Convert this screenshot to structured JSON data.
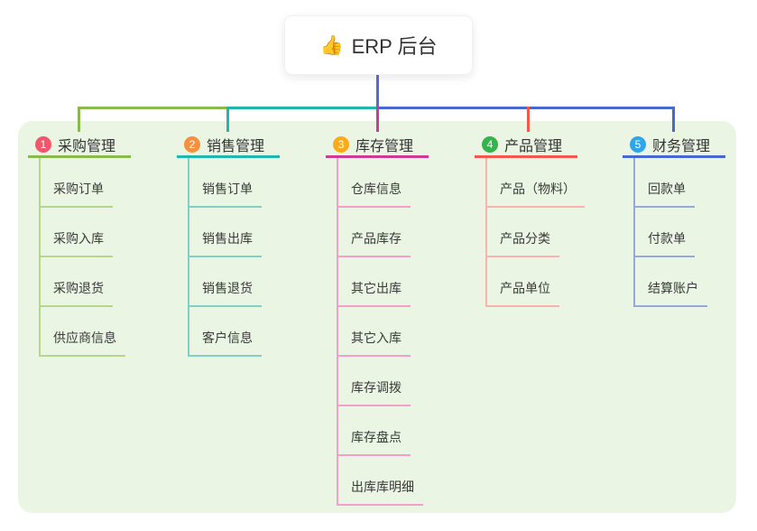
{
  "root": {
    "icon": "👍",
    "label": "ERP 后台"
  },
  "branches": [
    {
      "badge": "1",
      "label": "采购管理",
      "badge_color": "#f5556a",
      "line_color": "#8aba4e",
      "child_line_color": "#b5d78d",
      "children": [
        "采购订单",
        "采购入库",
        "采购退货",
        "供应商信息"
      ]
    },
    {
      "badge": "2",
      "label": "销售管理",
      "badge_color": "#f7903e",
      "line_color": "#21b7ae",
      "child_line_color": "#7fd0c9",
      "children": [
        "销售订单",
        "销售出库",
        "销售退货",
        "客户信息"
      ]
    },
    {
      "badge": "3",
      "label": "库存管理",
      "badge_color": "#fbab19",
      "line_color": "#cd3c92",
      "child_line_color": "#f0a0cb",
      "children": [
        "仓库信息",
        "产品库存",
        "其它出库",
        "其它入库",
        "库存调拨",
        "库存盘点",
        "出库库明细"
      ]
    },
    {
      "badge": "4",
      "label": "产品管理",
      "badge_color": "#36b34e",
      "line_color": "#f4574e",
      "child_line_color": "#f9b3ac",
      "children": [
        "产品（物料）",
        "产品分类",
        "产品单位"
      ]
    },
    {
      "badge": "5",
      "label": "财务管理",
      "badge_color": "#2fa6e9",
      "line_color": "#4767d2",
      "child_line_color": "#97a9dc",
      "children": [
        "回款单",
        "付款单",
        "结算账户"
      ]
    }
  ],
  "colors": {
    "root_connector": "#5b68d1",
    "canvas_background": "#eaf6e3",
    "page_background": "#ffffff",
    "title_text": "#333333",
    "child_text": "#3a3a3a"
  }
}
